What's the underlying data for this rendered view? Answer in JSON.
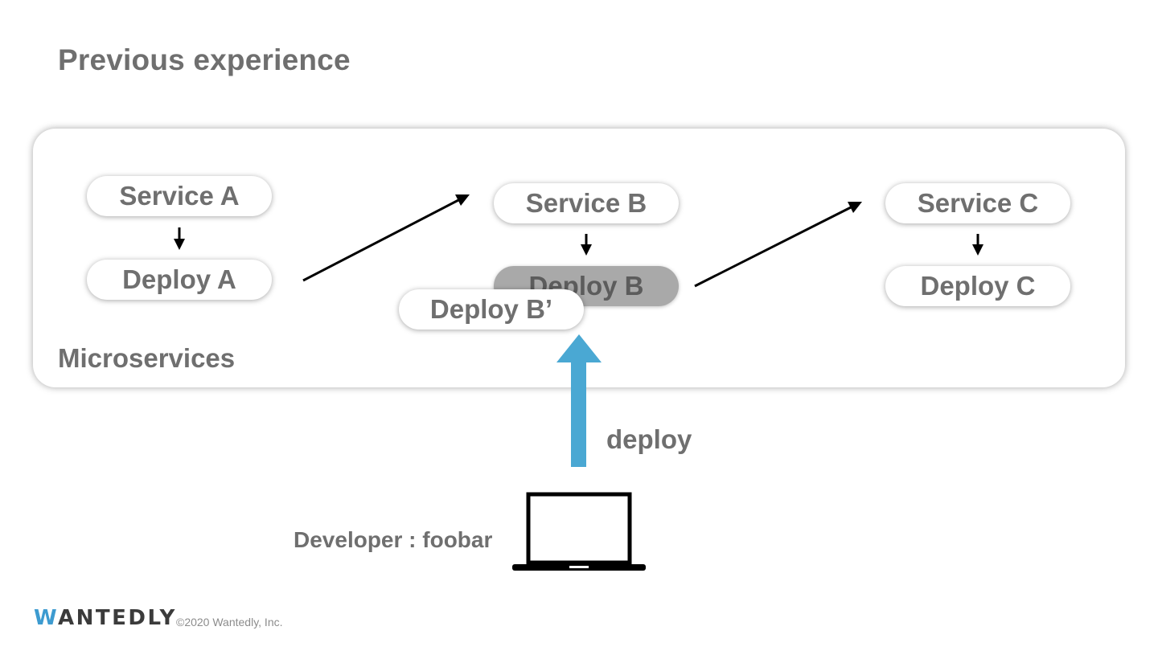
{
  "slide": {
    "title": "Previous experience"
  },
  "panel": {
    "label": "Microservices"
  },
  "nodes": {
    "service_a": "Service A",
    "deploy_a": "Deploy A",
    "service_b": "Service B",
    "deploy_b": "Deploy B",
    "deploy_b_prime": "Deploy B’",
    "service_c": "Service C",
    "deploy_c": "Deploy C"
  },
  "edges": {
    "deploy_label": "deploy"
  },
  "developer": {
    "label": "Developer : foobar",
    "icon": "laptop-icon"
  },
  "footer": {
    "logo_initial": "W",
    "logo_rest": "ANTEDLY",
    "copyright": "©2020 Wantedly, Inc."
  },
  "colors": {
    "text": "#6f6f6f",
    "deploy_arrow": "#4aa8d3",
    "ghost_node": "#a9a9a9",
    "logo_accent": "#3d9bd0"
  }
}
